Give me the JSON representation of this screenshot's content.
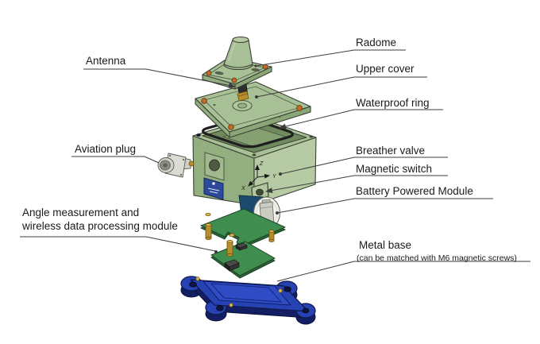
{
  "figure_type": "exploded-view-technical-diagram",
  "callouts": {
    "radome": "Radome",
    "antenna": "Antenna",
    "upper_cover": "Upper cover",
    "waterproof_ring": "Waterproof ring",
    "aviation_plug": "Aviation plug",
    "breather_valve": "Breather valve",
    "magnetic_switch": "Magnetic switch",
    "battery_module": "Battery Powered Module",
    "angle_module": "Angle measurement and\nwireless data processing module",
    "metal_base": "Metal base",
    "metal_base_note": "(can be matched with M6 magnetic screws)"
  },
  "axes": {
    "x": "X",
    "y": "Y",
    "z": "Z"
  },
  "colors": {
    "background": "#ffffff",
    "part_green": "#a8c095",
    "part_green_dark": "#93af80",
    "part_green_light": "#b6cba3",
    "interior_green": "#6f8a5e",
    "outline": "#3a4034",
    "pcb_green": "#3f8d4f",
    "base_blue": "#2742b2",
    "base_blue_dark": "#141f63",
    "sticker_blue": "#2b4a9c",
    "brass": "#b98f2e",
    "screw_orange": "#c06a28",
    "rubber_black": "#1f1f1f",
    "battery_white": "#f3f3ed",
    "battery_blue": "#1c4a6e",
    "plug_gray": "#dcdcd5",
    "leader_line": "#3c3c3c",
    "label_text": "#1a1a1a"
  }
}
